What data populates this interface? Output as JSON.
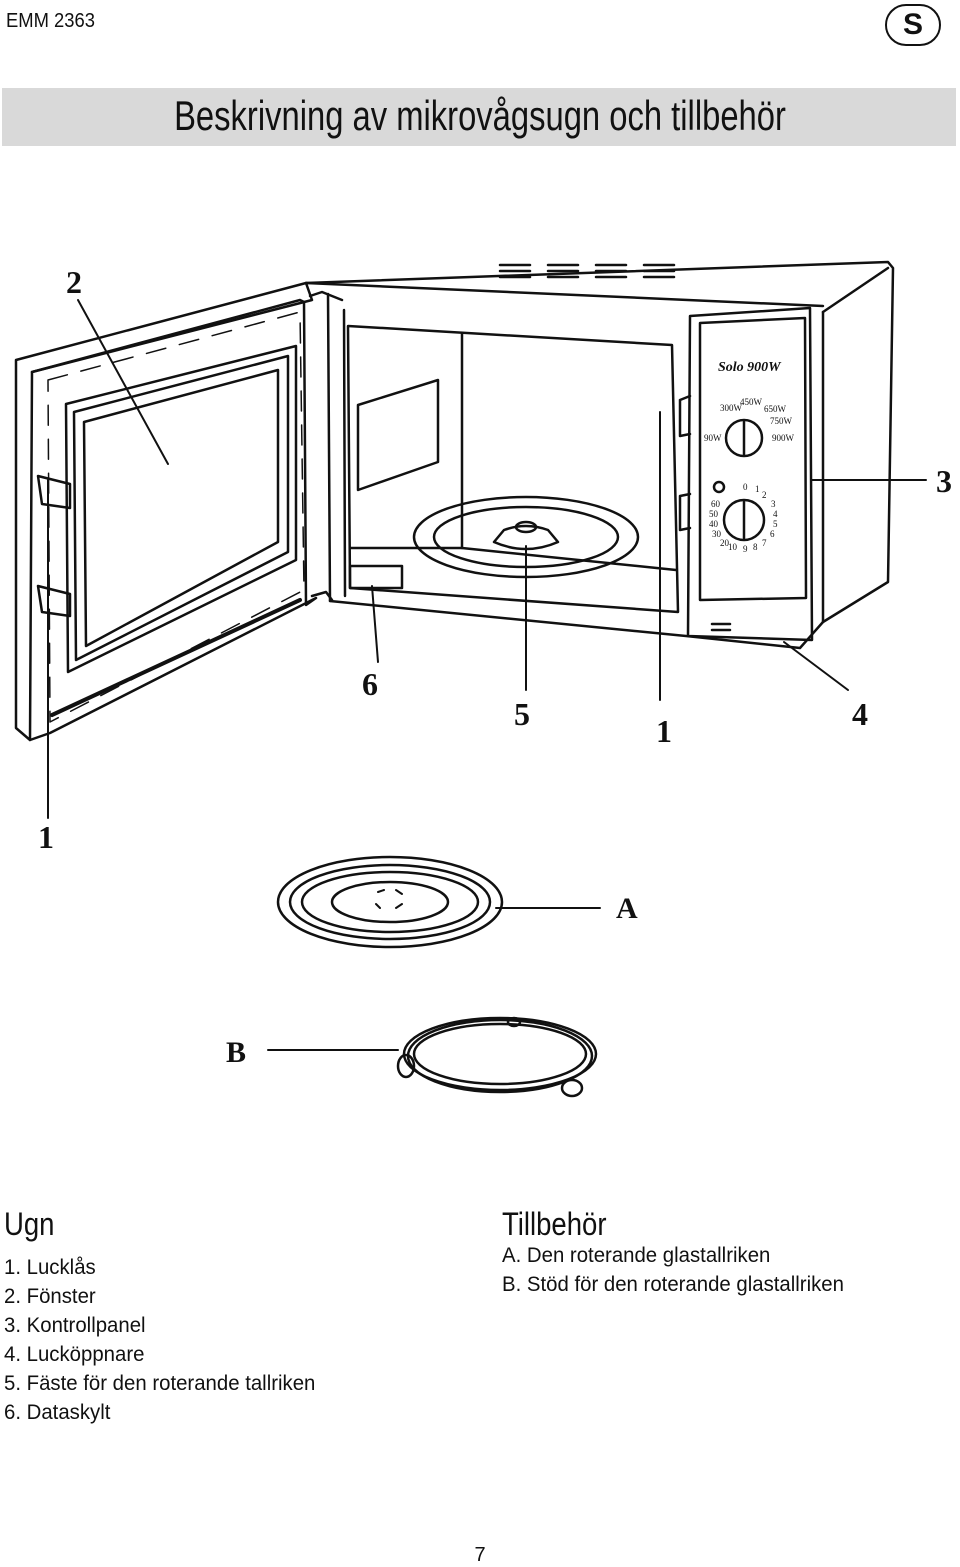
{
  "header": {
    "model": "EMM 2363",
    "language": "S"
  },
  "title": "Beskrivning av mikrovågsugn och tillbehör",
  "diagram": {
    "callouts": [
      "2",
      "3",
      "6",
      "5",
      "1",
      "4",
      "1"
    ],
    "panel": {
      "brand": "Solo 900W",
      "power_labels": [
        "300W",
        "450W",
        "650W",
        "750W",
        "90W",
        "900W"
      ],
      "timer_labels": [
        "0",
        "1",
        "2",
        "3",
        "4",
        "5",
        "6",
        "7",
        "8",
        "9",
        "10",
        "20",
        "30",
        "40",
        "50",
        "60"
      ]
    }
  },
  "accessories_diagram": {
    "label_a": "A",
    "label_b": "B"
  },
  "oven_section": {
    "heading": "Ugn",
    "items": [
      "1. Lucklås",
      "2. Fönster",
      "3. Kontrollpanel",
      "4. Lucköppnare",
      "5. Fäste för den roterande tallriken",
      "6. Dataskylt"
    ]
  },
  "accessories_section": {
    "heading": "Tillbehör",
    "items": [
      "A. Den roterande glastallriken",
      "B. Stöd för den roterande glastallriken"
    ]
  },
  "page_number": "7"
}
